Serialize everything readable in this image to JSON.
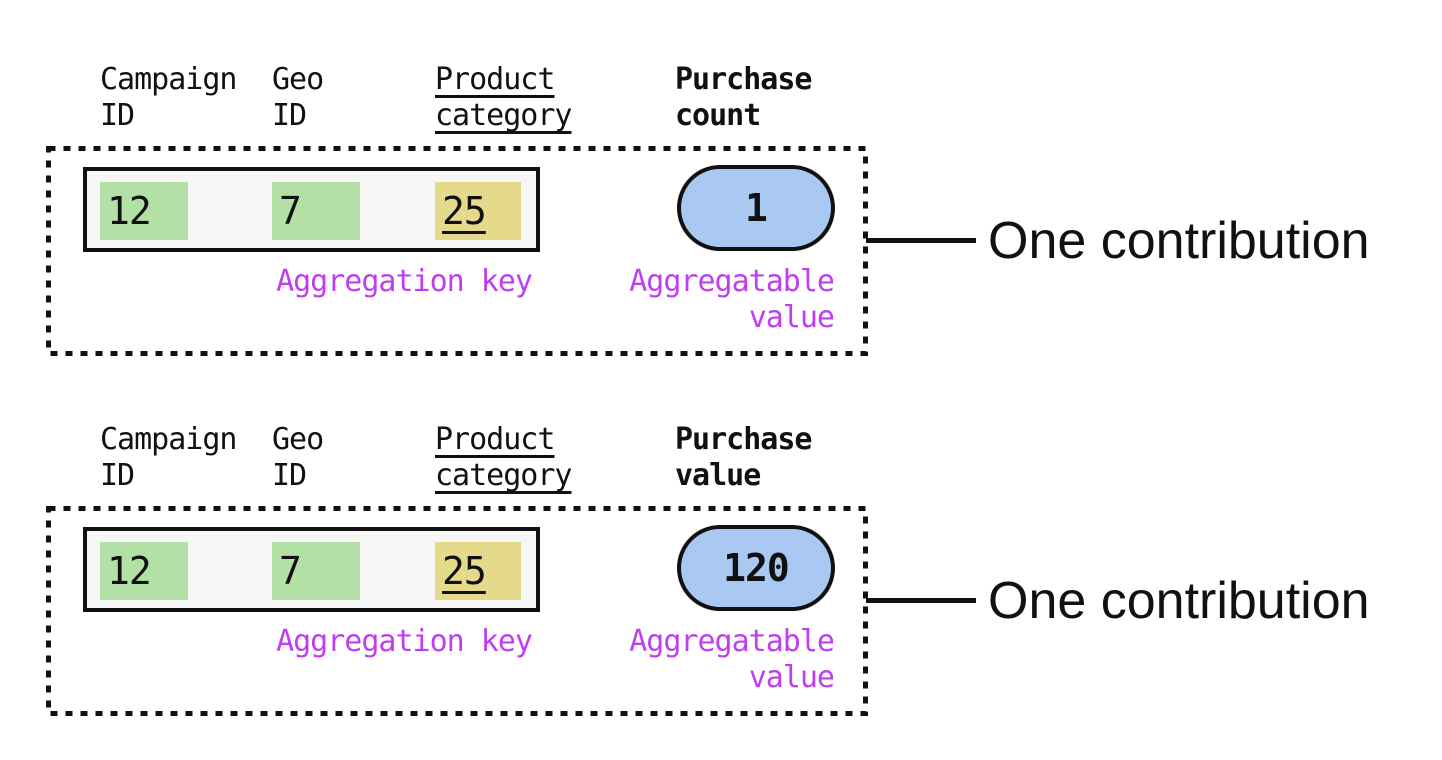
{
  "colors": {
    "ink": "#111111",
    "record-bg": "#f6f6f4",
    "key": "#b3e1a5",
    "key2": "#e5d98c",
    "pill": "#aac9f2",
    "label": "#bf3ff0"
  },
  "blocks": [
    {
      "headers": {
        "campaign": "Campaign\nID",
        "geo": "Geo\nID",
        "product": "Product\ncategory",
        "metric": "Purchase\ncount"
      },
      "record": {
        "campaign_id": "12",
        "geo_id": "7",
        "product_category": "25"
      },
      "aggregatable_value": "1",
      "aggregation_key_label": "Aggregation key",
      "aggregatable_value_label": "Aggregatable\nvalue",
      "annotation": "One contribution"
    },
    {
      "headers": {
        "campaign": "Campaign\nID",
        "geo": "Geo\nID",
        "product": "Product\ncategory",
        "metric": "Purchase\nvalue"
      },
      "record": {
        "campaign_id": "12",
        "geo_id": "7",
        "product_category": "25"
      },
      "aggregatable_value": "120",
      "aggregation_key_label": "Aggregation key",
      "aggregatable_value_label": "Aggregatable\nvalue",
      "annotation": "One contribution"
    }
  ]
}
